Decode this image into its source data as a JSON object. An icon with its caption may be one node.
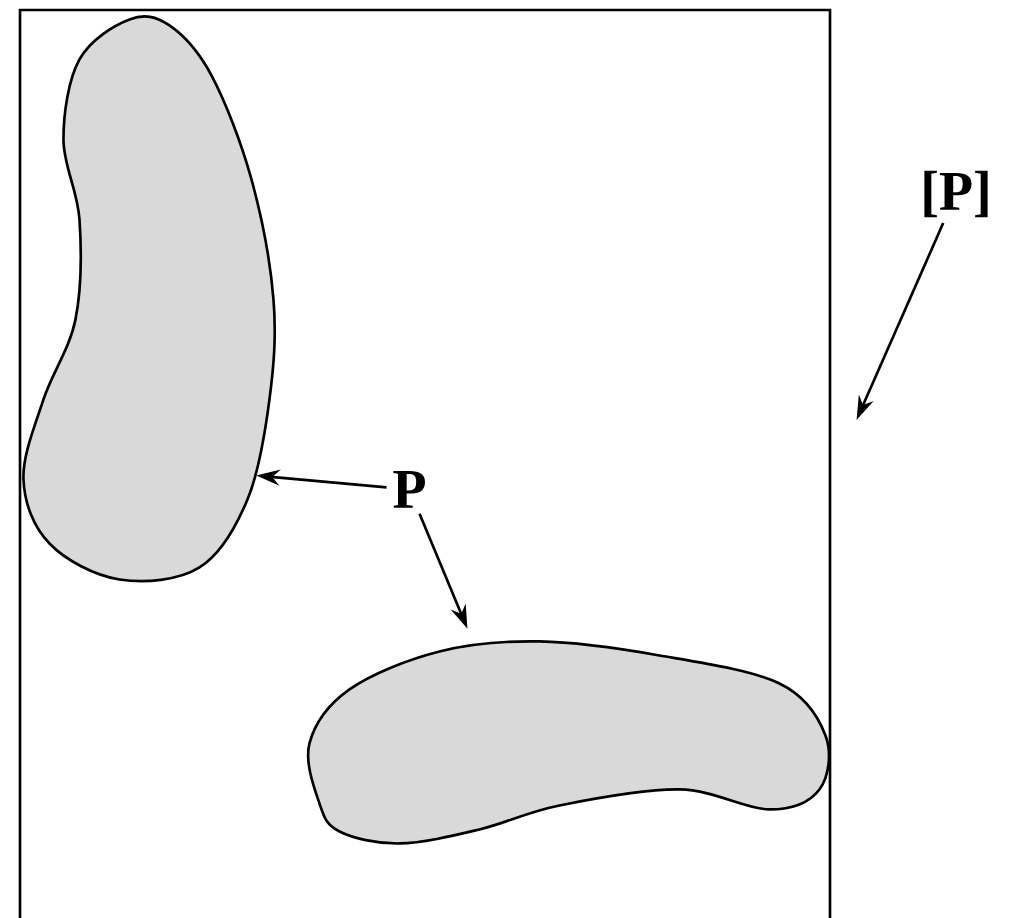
{
  "diagram": {
    "nodes": [
      {
        "text": [],
        "shape": "box"
      },
      {
        "text": [],
        "shape": "blob",
        "in": 0
      },
      {
        "text": [],
        "shape": "blob",
        "in": 0
      },
      {
        "text": [
          "P"
        ],
        "in": 0
      },
      {
        "text": [
          "[P]"
        ]
      }
    ],
    "edges": [
      {
        "from": 3,
        "to": 1,
        "arrow": "to"
      },
      {
        "from": 3,
        "to": 2,
        "arrow": "to"
      },
      {
        "from": 4,
        "to": 0,
        "arrow": "to"
      }
    ]
  }
}
